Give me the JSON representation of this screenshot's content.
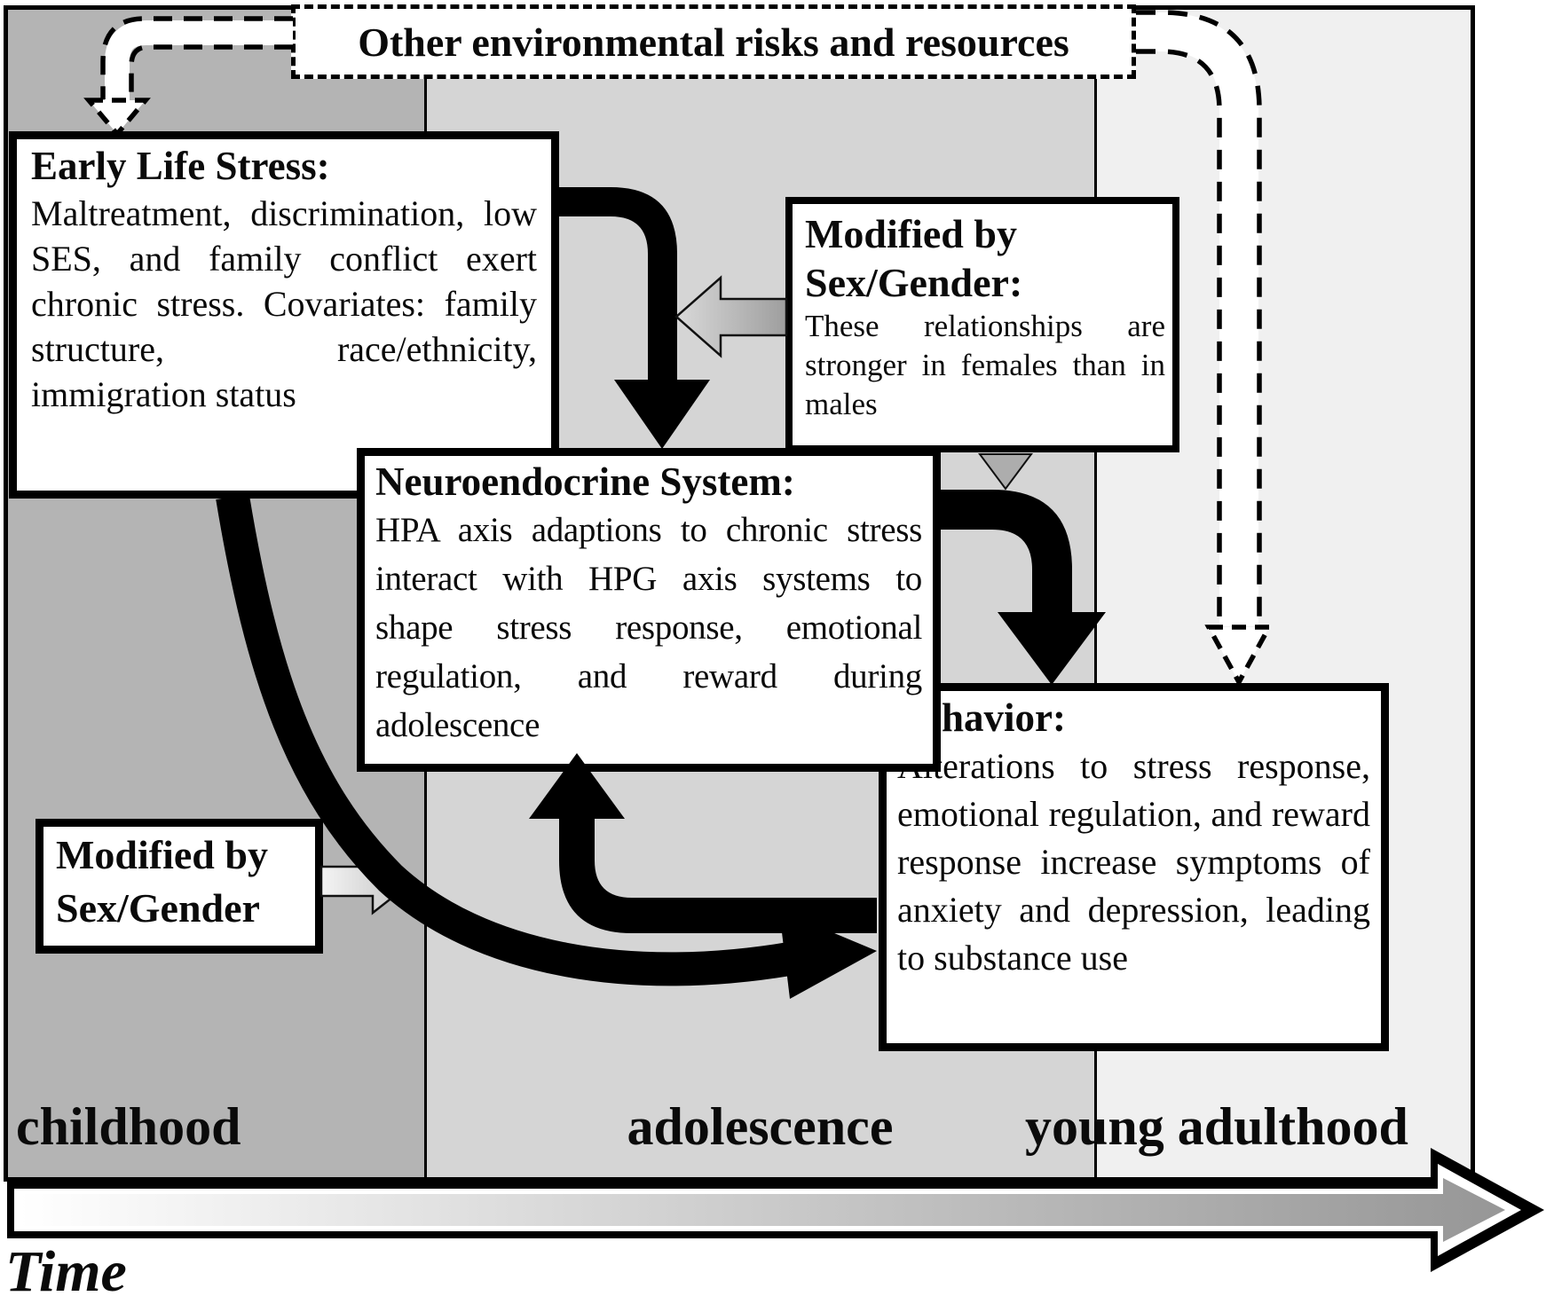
{
  "diagram": {
    "top_box": {
      "title": "Other environmental risks and resources"
    },
    "els_box": {
      "title": "Early Life Stress:",
      "body": "Maltreatment, discrimination, low SES, and family conflict exert chronic stress. Covariates: family structure, race/ethnicity, immigration status"
    },
    "mod_right_box": {
      "title": "Modified by Sex/Gender:",
      "body": "These relationships are stronger in females than in males"
    },
    "ne_box": {
      "title": "Neuroendocrine System:",
      "body": "HPA axis adaptions to chronic stress interact with HPG axis systems to shape stress response, emotional regulation, and reward during adolescence"
    },
    "behavior_box": {
      "title": "Behavior:",
      "body": "Alterations to stress response, emotional regulation, and reward response increase symptoms of anxiety and depression, leading to substance use"
    },
    "mod_left_box": {
      "title": "Modified by Sex/Gender"
    },
    "timeline": {
      "stages": [
        "childhood",
        "adolescence",
        "young adulthood"
      ],
      "axis_label": "Time"
    },
    "colors": {
      "childhood_band": "#b4b4b4",
      "adolescence_band": "#d5d5d5",
      "young_adulthood_band": "#f0f0f0",
      "box_background": "#ffffff",
      "line": "#000000"
    }
  }
}
